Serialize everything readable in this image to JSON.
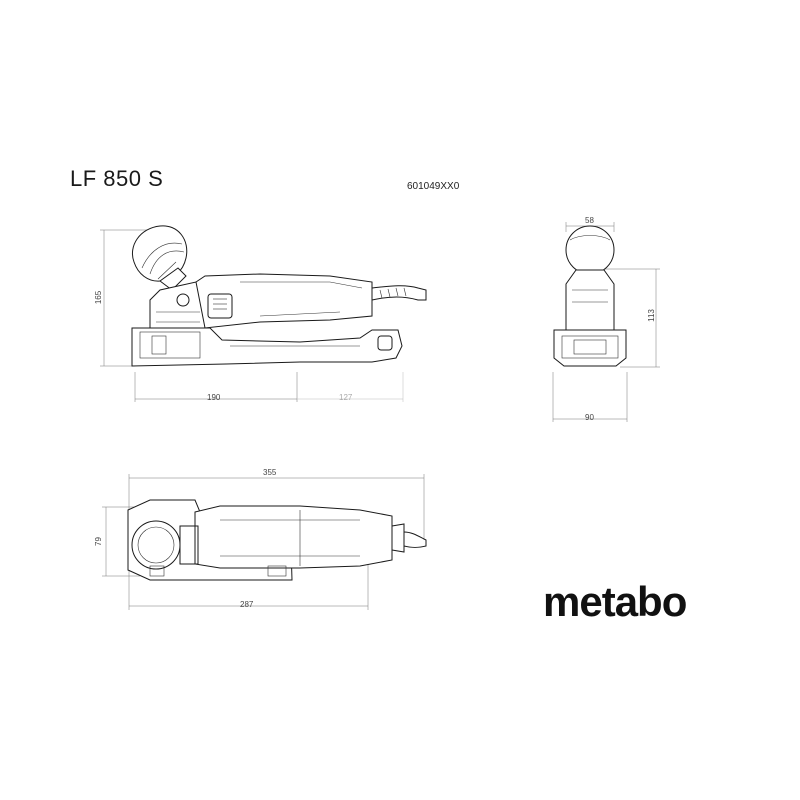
{
  "drawing": {
    "title": "LF 850 S",
    "article_number": "601049XX0",
    "brand": "metabo",
    "side_view": {
      "height_dim": "165",
      "length_dim_a": "190",
      "length_dim_b": "127"
    },
    "front_view": {
      "width_top_dim": "58",
      "height_dim": "113",
      "width_bottom_dim": "90"
    },
    "top_view": {
      "overall_length_dim": "355",
      "width_dim": "79",
      "base_length_dim": "287"
    }
  }
}
